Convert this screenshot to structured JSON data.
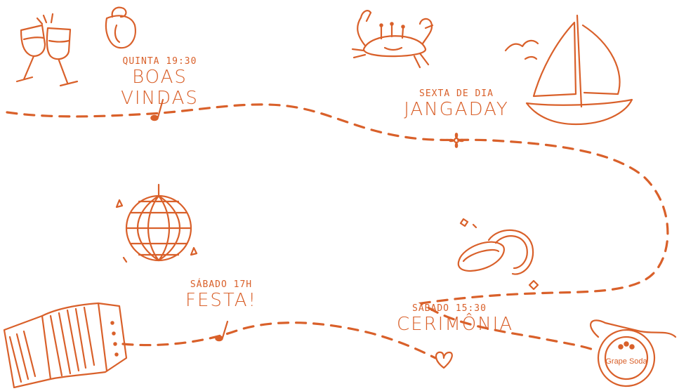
{
  "colors": {
    "ink": "#d9602a",
    "background": "#ffffff"
  },
  "events": [
    {
      "id": "boas-vindas",
      "when": "Quinta 19:30",
      "what": "Boas Vindas"
    },
    {
      "id": "jangaday",
      "when": "Sexta de dia",
      "what": "Jangaday"
    },
    {
      "id": "festa",
      "when": "Sábado 17h",
      "what": "Festa!"
    },
    {
      "id": "cerimonia",
      "when": "Sábado 15:30",
      "what": "Cerimônia"
    }
  ],
  "icons": [
    "wine-glasses-icon",
    "cashew-icon",
    "crab-icon",
    "sailboat-icon",
    "flower-icon",
    "music-note-icon",
    "disco-ball-icon",
    "rings-icon",
    "accordion-icon",
    "heart-icon",
    "grape-soda-cap-icon"
  ],
  "cap_text": "Grape Soda"
}
